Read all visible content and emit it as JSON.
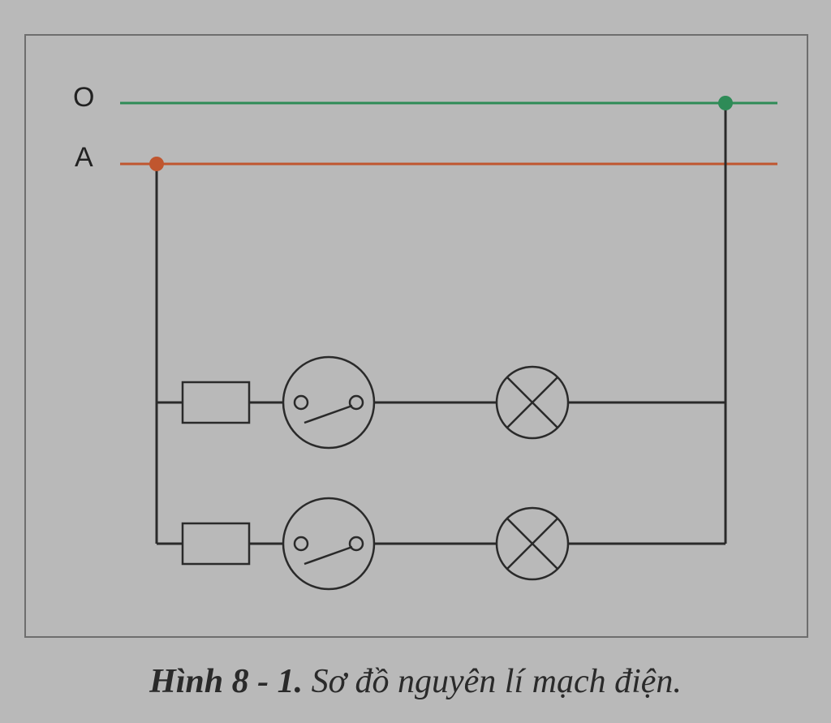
{
  "diagram": {
    "neutral_label": "O",
    "phase_label": "A",
    "colors": {
      "neutral": "#2e8b57",
      "phase": "#c0562f",
      "wire": "#2a2a2a"
    },
    "branches": [
      {
        "components": [
          "fuse",
          "switch",
          "lamp"
        ]
      },
      {
        "components": [
          "fuse",
          "switch",
          "lamp"
        ]
      }
    ]
  },
  "caption": {
    "label": "Hình 8 - 1.",
    "text": " Sơ đồ nguyên lí mạch điện."
  }
}
